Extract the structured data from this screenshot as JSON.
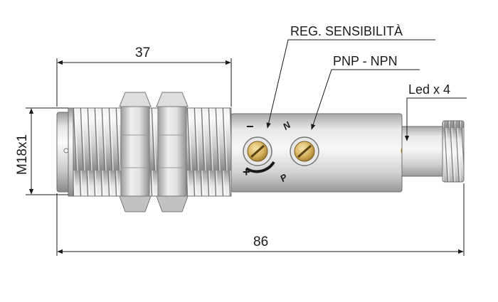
{
  "labels": {
    "sensitivity": "REG. SENSIBILITÀ",
    "output_type": "PNP - NPN",
    "led": "Led x 4"
  },
  "dimensions": {
    "thread_length": "37",
    "total_length": "86",
    "thread_size": "M18x1"
  },
  "marks": {
    "minus": "−",
    "plus": "+",
    "n": "N",
    "p": "P"
  },
  "colors": {
    "metal_light": "#f2f2f2",
    "metal_mid": "#c9c9c9",
    "metal_dark": "#8e8e8e",
    "brass": "#d9b86a",
    "led": "#f2c200",
    "line": "#1a1a1a"
  }
}
